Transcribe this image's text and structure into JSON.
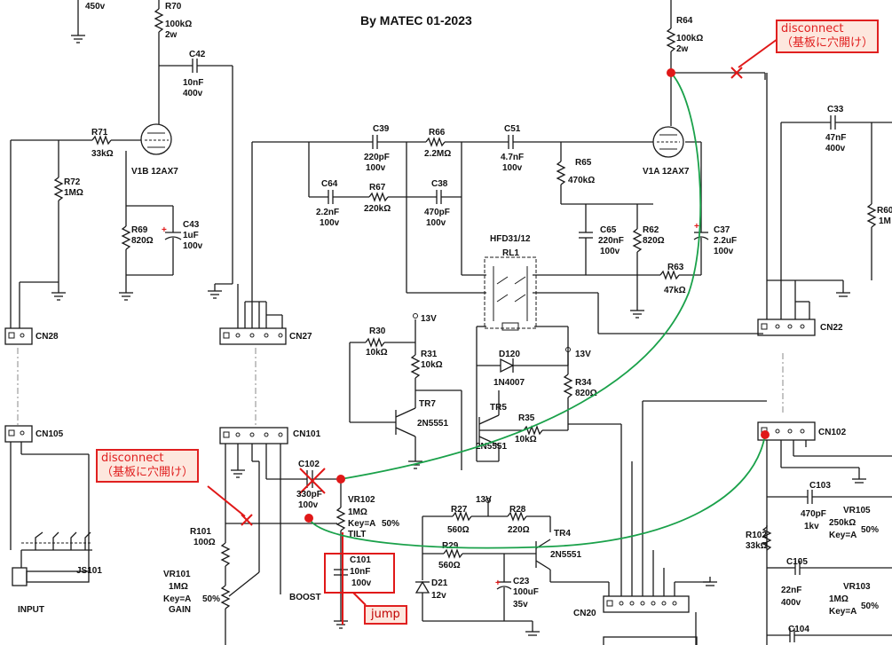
{
  "title": "By MATEC 01-2023",
  "notes": {
    "disconnect_top": {
      "line1": "disconnect",
      "line2": "（基板に穴開け）"
    },
    "disconnect_left": {
      "line1": "disconnect",
      "line2": "（基板に穴開け）"
    },
    "jump": "jump"
  },
  "components": {
    "v450": "450v",
    "R70": {
      "ref": "R70",
      "v1": "100kΩ",
      "v2": "2w"
    },
    "C42": {
      "ref": "C42",
      "v1": "10nF",
      "v2": "400v"
    },
    "R71": {
      "ref": "R71",
      "v1": "33kΩ"
    },
    "V1B": "V1B 12AX7",
    "R72": {
      "ref": "R72",
      "v1": "1MΩ"
    },
    "R69": {
      "ref": "R69",
      "v1": "820Ω"
    },
    "C43": {
      "ref": "C43",
      "v1": "1uF",
      "v2": "100v"
    },
    "C39": {
      "ref": "C39",
      "v1": "220pF",
      "v2": "100v"
    },
    "R66": {
      "ref": "R66",
      "v1": "2.2MΩ"
    },
    "C51": {
      "ref": "C51",
      "v1": "4.7nF",
      "v2": "100v"
    },
    "R64": {
      "ref": "R64",
      "v1": "100kΩ",
      "v2": "2w"
    },
    "R65": {
      "ref": "R65",
      "v1": "470kΩ"
    },
    "V1A": "V1A 12AX7",
    "C64": {
      "ref": "C64",
      "v1": "2.2nF",
      "v2": "100v"
    },
    "R67": {
      "ref": "R67",
      "v1": "220kΩ"
    },
    "C38": {
      "ref": "C38",
      "v1": "470pF",
      "v2": "100v"
    },
    "HFD": "HFD31/12",
    "RL1": "RL1",
    "C65": {
      "ref": "C65",
      "v1": "220nF",
      "v2": "100v"
    },
    "R62": {
      "ref": "R62",
      "v1": "820Ω"
    },
    "C37": {
      "ref": "C37",
      "v1": "2.2uF",
      "v2": "100v"
    },
    "R63": {
      "ref": "R63",
      "v1": "47kΩ"
    },
    "C33": {
      "ref": "C33",
      "v1": "47nF",
      "v2": "400v"
    },
    "R60": {
      "ref": "R60",
      "v1": "1M"
    },
    "R30": {
      "ref": "R30",
      "v1": "10kΩ"
    },
    "R31": {
      "ref": "R31",
      "v1": "10kΩ"
    },
    "v13_a": "13V",
    "v13_b": "13V",
    "v13_c": "13V",
    "D120": {
      "ref": "D120",
      "v1": "1N4007"
    },
    "R34": {
      "ref": "R34",
      "v1": "820Ω"
    },
    "TR7": {
      "ref": "TR7",
      "v1": "2N5551"
    },
    "TR5": {
      "ref": "TR5",
      "v1": "2N5551"
    },
    "R35": {
      "ref": "R35",
      "v1": "10kΩ"
    },
    "C102": {
      "ref": "C102",
      "v1": "330pF",
      "v2": "100v"
    },
    "VR102": {
      "ref": "VR102",
      "v1": "1MΩ",
      "v2": "Key=A",
      "v3": "50%",
      "v4": "TILT"
    },
    "R27": {
      "ref": "R27",
      "v1": "560Ω"
    },
    "R28": {
      "ref": "R28",
      "v1": "220Ω"
    },
    "R29": {
      "ref": "R29",
      "v1": "560Ω"
    },
    "TR4": {
      "ref": "TR4",
      "v1": "2N5551"
    },
    "C101": {
      "ref": "C101",
      "v1": "10nF",
      "v2": "100v"
    },
    "D21": {
      "ref": "D21",
      "v1": "12v"
    },
    "C23": {
      "ref": "C23",
      "v1": "100uF",
      "v2": "35v"
    },
    "R101": {
      "ref": "R101",
      "v1": "100Ω"
    },
    "VR101": {
      "ref": "VR101",
      "v1": "1MΩ",
      "v2": "Key=A",
      "v3": "50%",
      "v4": "GAIN"
    },
    "BOOST": "BOOST",
    "JS101": "JS101",
    "INPUT": "INPUT",
    "C103": {
      "ref": "C103",
      "v1": "470pF",
      "v2": "1kv"
    },
    "VR105": {
      "ref": "VR105",
      "v1": "250kΩ",
      "v2": "Key=A",
      "v3": "50%"
    },
    "R102": {
      "ref": "R102",
      "v1": "33kΩ"
    },
    "C105": {
      "ref": "C105",
      "v1": "22nF",
      "v2": "400v"
    },
    "VR103": {
      "ref": "VR103",
      "v1": "1MΩ",
      "v2": "Key=A",
      "v3": "50%"
    },
    "C104": "C104"
  },
  "connectors": {
    "CN28": "CN28",
    "CN27": "CN27",
    "CN105": "CN105",
    "CN101": "CN101",
    "CN22": "CN22",
    "CN102": "CN102",
    "CN20": "CN20"
  },
  "colors": {
    "wire": "#1a1a1a",
    "jumper": "#1aa14a",
    "mark": "#e01818",
    "note_bg": "#fde7de"
  }
}
